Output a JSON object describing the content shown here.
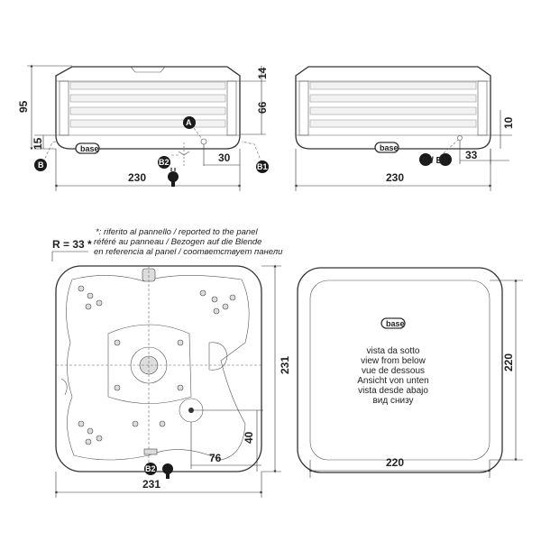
{
  "front_view": {
    "dims": {
      "height_total": "95",
      "cap": "14",
      "panel": "66",
      "base": "15",
      "width": "230",
      "offset": "30"
    },
    "base_label": "base",
    "markers": {
      "a": "A",
      "b": "B",
      "b1": "B1",
      "b2": "B2"
    }
  },
  "side_view": {
    "dims": {
      "base_offset": "10",
      "offset": "33",
      "width": "230"
    },
    "base_label": "base",
    "marker": "B / B1"
  },
  "plan_view": {
    "radius_label": "R = 33 *",
    "note": [
      "*: riferito al pannello / reported to the panel",
      "référé au panneau / Bezogen auf die Blende",
      "en referencia al panel / соответствует панели"
    ],
    "dims": {
      "width": "231",
      "depth": "231",
      "drain_y": "40",
      "drain_x": "76"
    },
    "marker": "B2"
  },
  "bottom_view": {
    "base_label": "base",
    "caption": [
      "vista da sotto",
      "view from below",
      "vue de dessous",
      "Ansicht von unten",
      "vista desde abajo",
      "вид снизу"
    ],
    "dims": {
      "width": "220",
      "depth": "220"
    }
  },
  "colors": {
    "line": "#333333",
    "marker": "#1a1a1a"
  }
}
